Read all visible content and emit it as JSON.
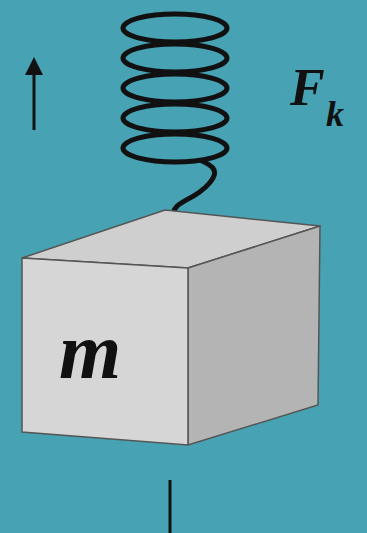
{
  "diagram": {
    "nodes": [
      {
        "text": [
          "m"
        ]
      }
    ],
    "labels": [
      "F",
      "k"
    ]
  }
}
